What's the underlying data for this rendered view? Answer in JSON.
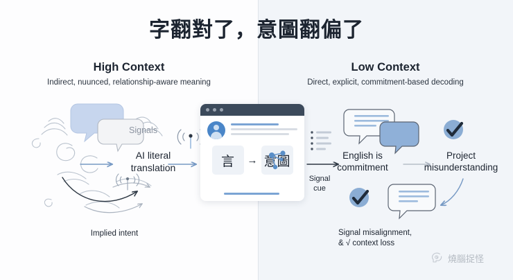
{
  "title": "字翻對了，意圖翻偏了",
  "columns": {
    "left": {
      "title": "High Context",
      "subtitle": "Indirect, nuunced, relationship-aware meaning"
    },
    "right": {
      "title": "Low Context",
      "subtitle": "Direct, explicit, commitment-based decoding"
    }
  },
  "left_panel": {
    "signals_label": "Signals",
    "ai_translation_label": "AI literal\ntranslation",
    "implied_intent_label": "Implied intent"
  },
  "center_card": {
    "source_tile": "言",
    "arrow": "→",
    "target_tile": "意圖"
  },
  "right_panel": {
    "english_label": "English is\ncommitment",
    "signal_cue_label": "Signal\ncue",
    "project_label": "Project\nmisunderstanding",
    "misalignment_label": "Signal misalignment,\n& √ context loss"
  },
  "watermark": {
    "text": "燒腦捉怪"
  },
  "colors": {
    "background_left": "#fdfdfe",
    "background_right": "#f2f5f9",
    "divider": "#dfe4ea",
    "title_text": "#1c2430",
    "accent_blue": "#7ba4d4",
    "bubble_fill": "#c7d6ee",
    "solid_bubble": "#8fb0d8",
    "card_header": "#3c4a5b",
    "check_circle": "#8badd4",
    "check_mark": "#1f2b3a",
    "muted_text": "#8b93a0",
    "swirl_stroke": "#b9c2cd"
  }
}
